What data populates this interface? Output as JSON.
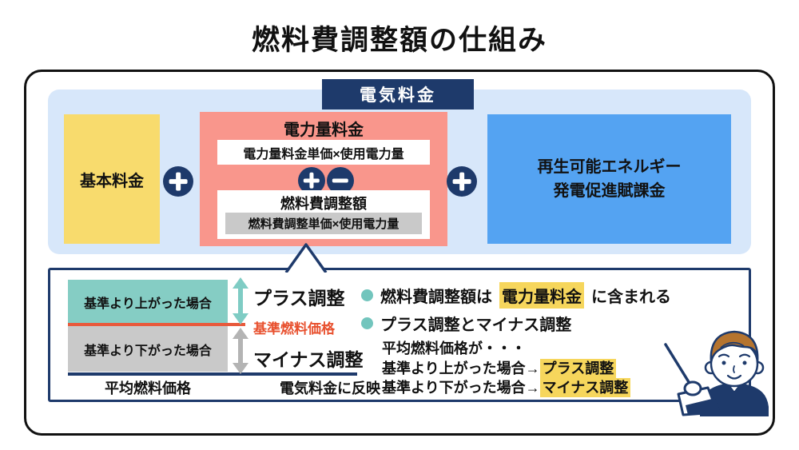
{
  "title": "燃料費調整額の仕組み",
  "header": {
    "label": "電気料金"
  },
  "formula": {
    "basic": {
      "label": "基本料金"
    },
    "energy": {
      "title": "電力量料金",
      "formula": "電力量料金単価×使用電力量",
      "adjustment": {
        "title": "燃料費調整額",
        "formula": "燃料費調整単価×使用電力量"
      }
    },
    "renewable": {
      "line1": "再生可能エネルギー",
      "line2": "発電促進賦課金"
    }
  },
  "chart": {
    "above_box": "基準より上がった場合",
    "below_box": "基準より下がった場合",
    "baseline": "基準燃料価格",
    "plus": "プラス調整",
    "minus": "マイナス調整",
    "x_axis": "平均燃料価格",
    "reflect": "電気料金に反映"
  },
  "notes": {
    "b1_pre": "燃料費調整額は",
    "b1_hl": "電力量料金",
    "b1_post": "に含まれる",
    "b2": "プラス調整とマイナス調整",
    "s1": "平均燃料価格が・・・",
    "s2_pre": "基準より上がった場合→",
    "s2_hl": "プラス調整",
    "s3_pre": "基準より下がった場合→",
    "s3_hl": "マイナス調整"
  },
  "icons": {
    "plus_icon": "circle-plus",
    "minus_icon": "circle-minus",
    "up_down_arrow_icon": "double-headed-vertical-arrow",
    "bullet_dot_icon": "teal-dot",
    "callout_triangle": "upward-notch",
    "person_illustration": "presenter-with-pointer"
  },
  "colors": {
    "navy": "#1e3a6b",
    "light_blue_panel": "#d7e7fa",
    "yellow_box": "#f8db6d",
    "salmon_box": "#f9968c",
    "blue_box": "#54a3f2",
    "teal_box": "#85cdc4",
    "gray_box": "#c9c9c9",
    "red_line": "#e85a3c",
    "highlight_yellow": "#f6d65c",
    "hair_brown": "#b5742f"
  }
}
